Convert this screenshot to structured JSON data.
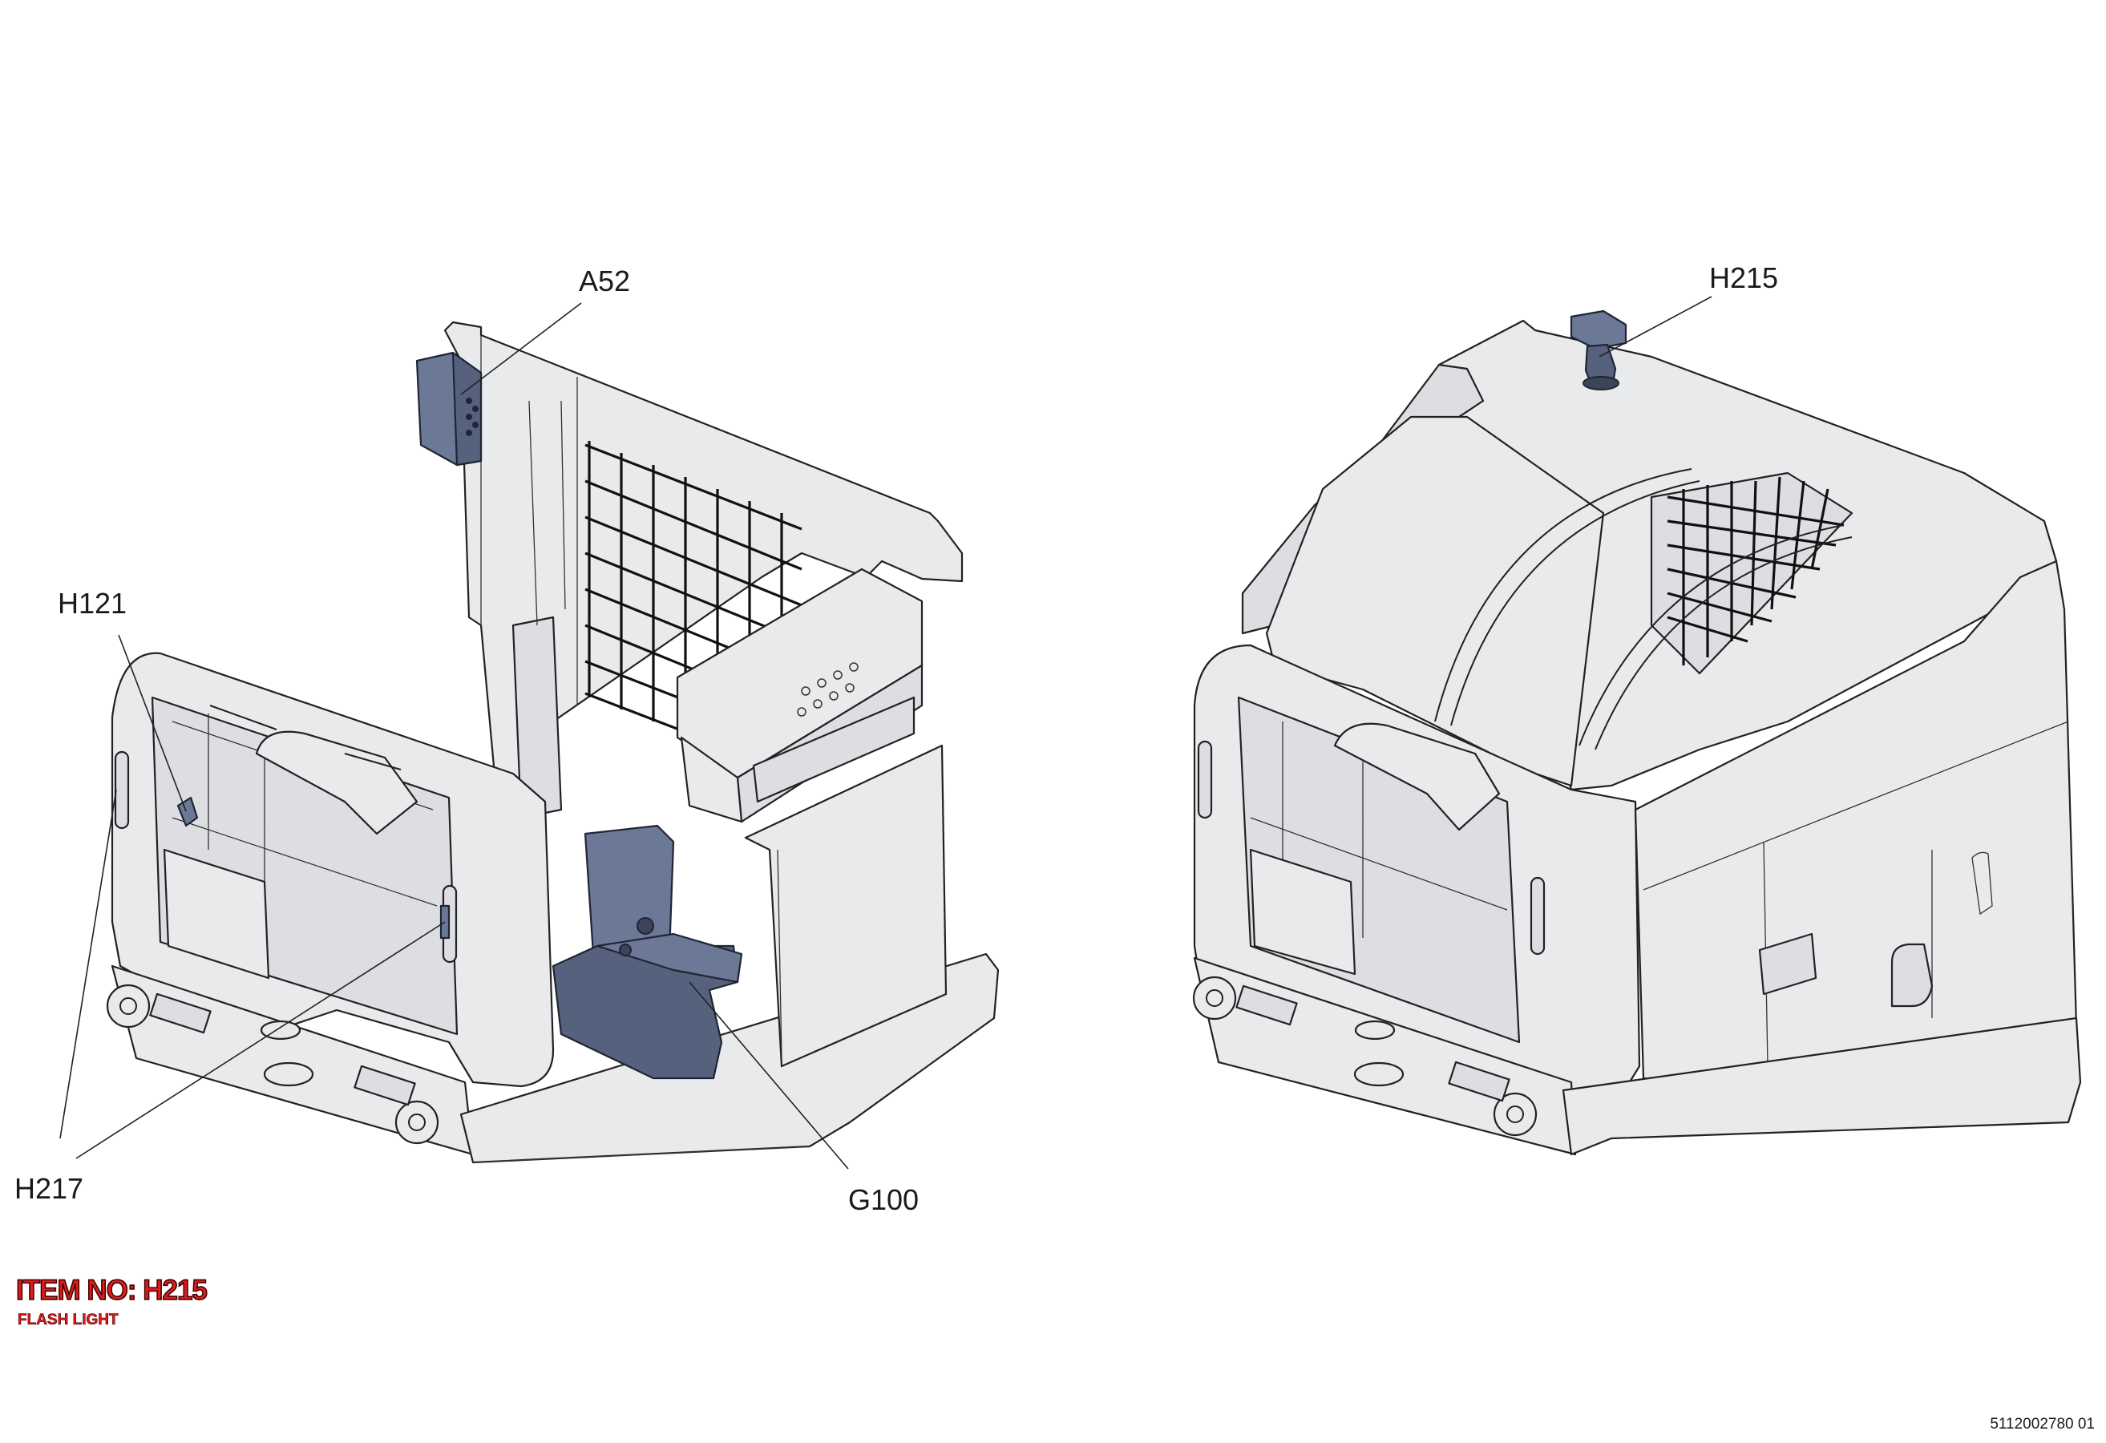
{
  "callouts": {
    "a52": "A52",
    "h121": "H121",
    "h217": "H217",
    "g100": "G100",
    "h215": "H215"
  },
  "item": {
    "title": "ITEM NO: H215",
    "subtitle": "FLASH LIGHT"
  },
  "drawing_number": "5112002780 01",
  "colors": {
    "highlight_part": "#6b7896",
    "item_text": "#e01b1b",
    "body": "#e9eaec"
  }
}
